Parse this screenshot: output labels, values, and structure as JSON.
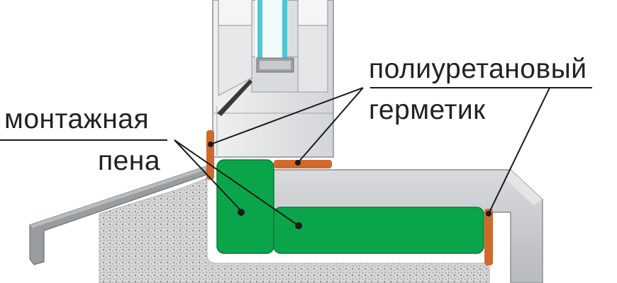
{
  "labels": {
    "sealant_line1": "полиуретановый",
    "sealant_line2": "герметик",
    "foam_line1": "монтажная",
    "foam_line2": "пена"
  },
  "colors": {
    "foam": "#0aa54a",
    "sealant": "#d1692b",
    "frame": "#dfe1e3",
    "frame_edge": "#8c8f93",
    "glass": "#4fc6d6",
    "sill": "#c4c6c9",
    "concrete": "#dadada",
    "leader": "#1a1a1a"
  }
}
